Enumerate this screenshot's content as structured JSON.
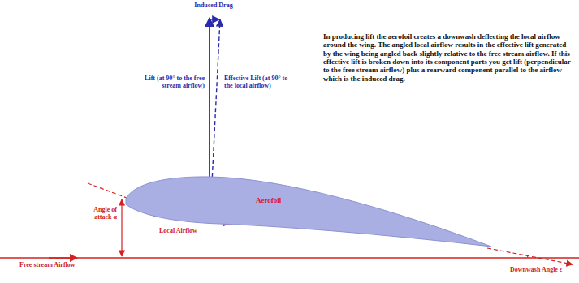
{
  "diagram": {
    "nodes": [
      {
        "text": [
          "Aerofoil"
        ]
      }
    ],
    "labels": [
      "Induced Drag",
      "Lift (at 90° to the free stream airflow)",
      "Effective Lift (at 90° to the local airflow)",
      "In producing lift the aerofoil creates a downwash deflecting the local airflow around the wing. The angled local airflow results in the effective lift generated by the wing being angled back slightly relative to the free stream airflow. If this effective lift is broken down into its component parts you get lift (perpendicular to the free stream airflow) plus a rearward component parallel to the airflow which is the induced drag.",
      "Angle of attack α",
      "Local Airflow",
      "Free stream Airflow",
      "Downwash Angle ε"
    ]
  }
}
